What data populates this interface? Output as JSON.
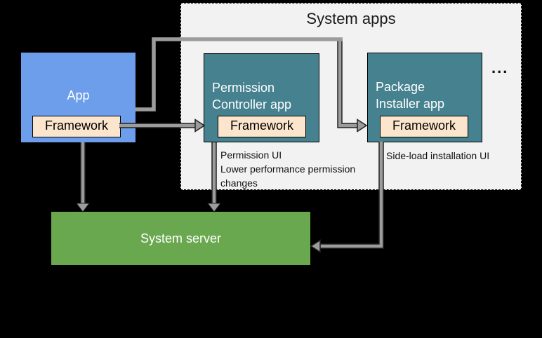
{
  "title": "System apps",
  "ellipsis": "...",
  "boxes": {
    "app": {
      "label": "App",
      "framework_label": "Framework"
    },
    "permission_controller": {
      "label": "Permission Controller app",
      "framework_label": "Framework"
    },
    "package_installer": {
      "label": "Package Installer app",
      "framework_label": "Framework"
    },
    "system_server": {
      "label": "System server"
    }
  },
  "notes": {
    "permission_controller_lines": [
      "Permission UI",
      "Lower performance permission",
      "changes"
    ],
    "package_installer": "Side-load installation UI"
  },
  "colors": {
    "bg": "#000000",
    "container-bg": "#f2f2f2",
    "blue": "#6d9eeb",
    "teal": "#45818e",
    "cream": "#fce5cd",
    "green": "#6aa84f",
    "wire": "#9c9c9c",
    "wire-outline": "#222222"
  }
}
